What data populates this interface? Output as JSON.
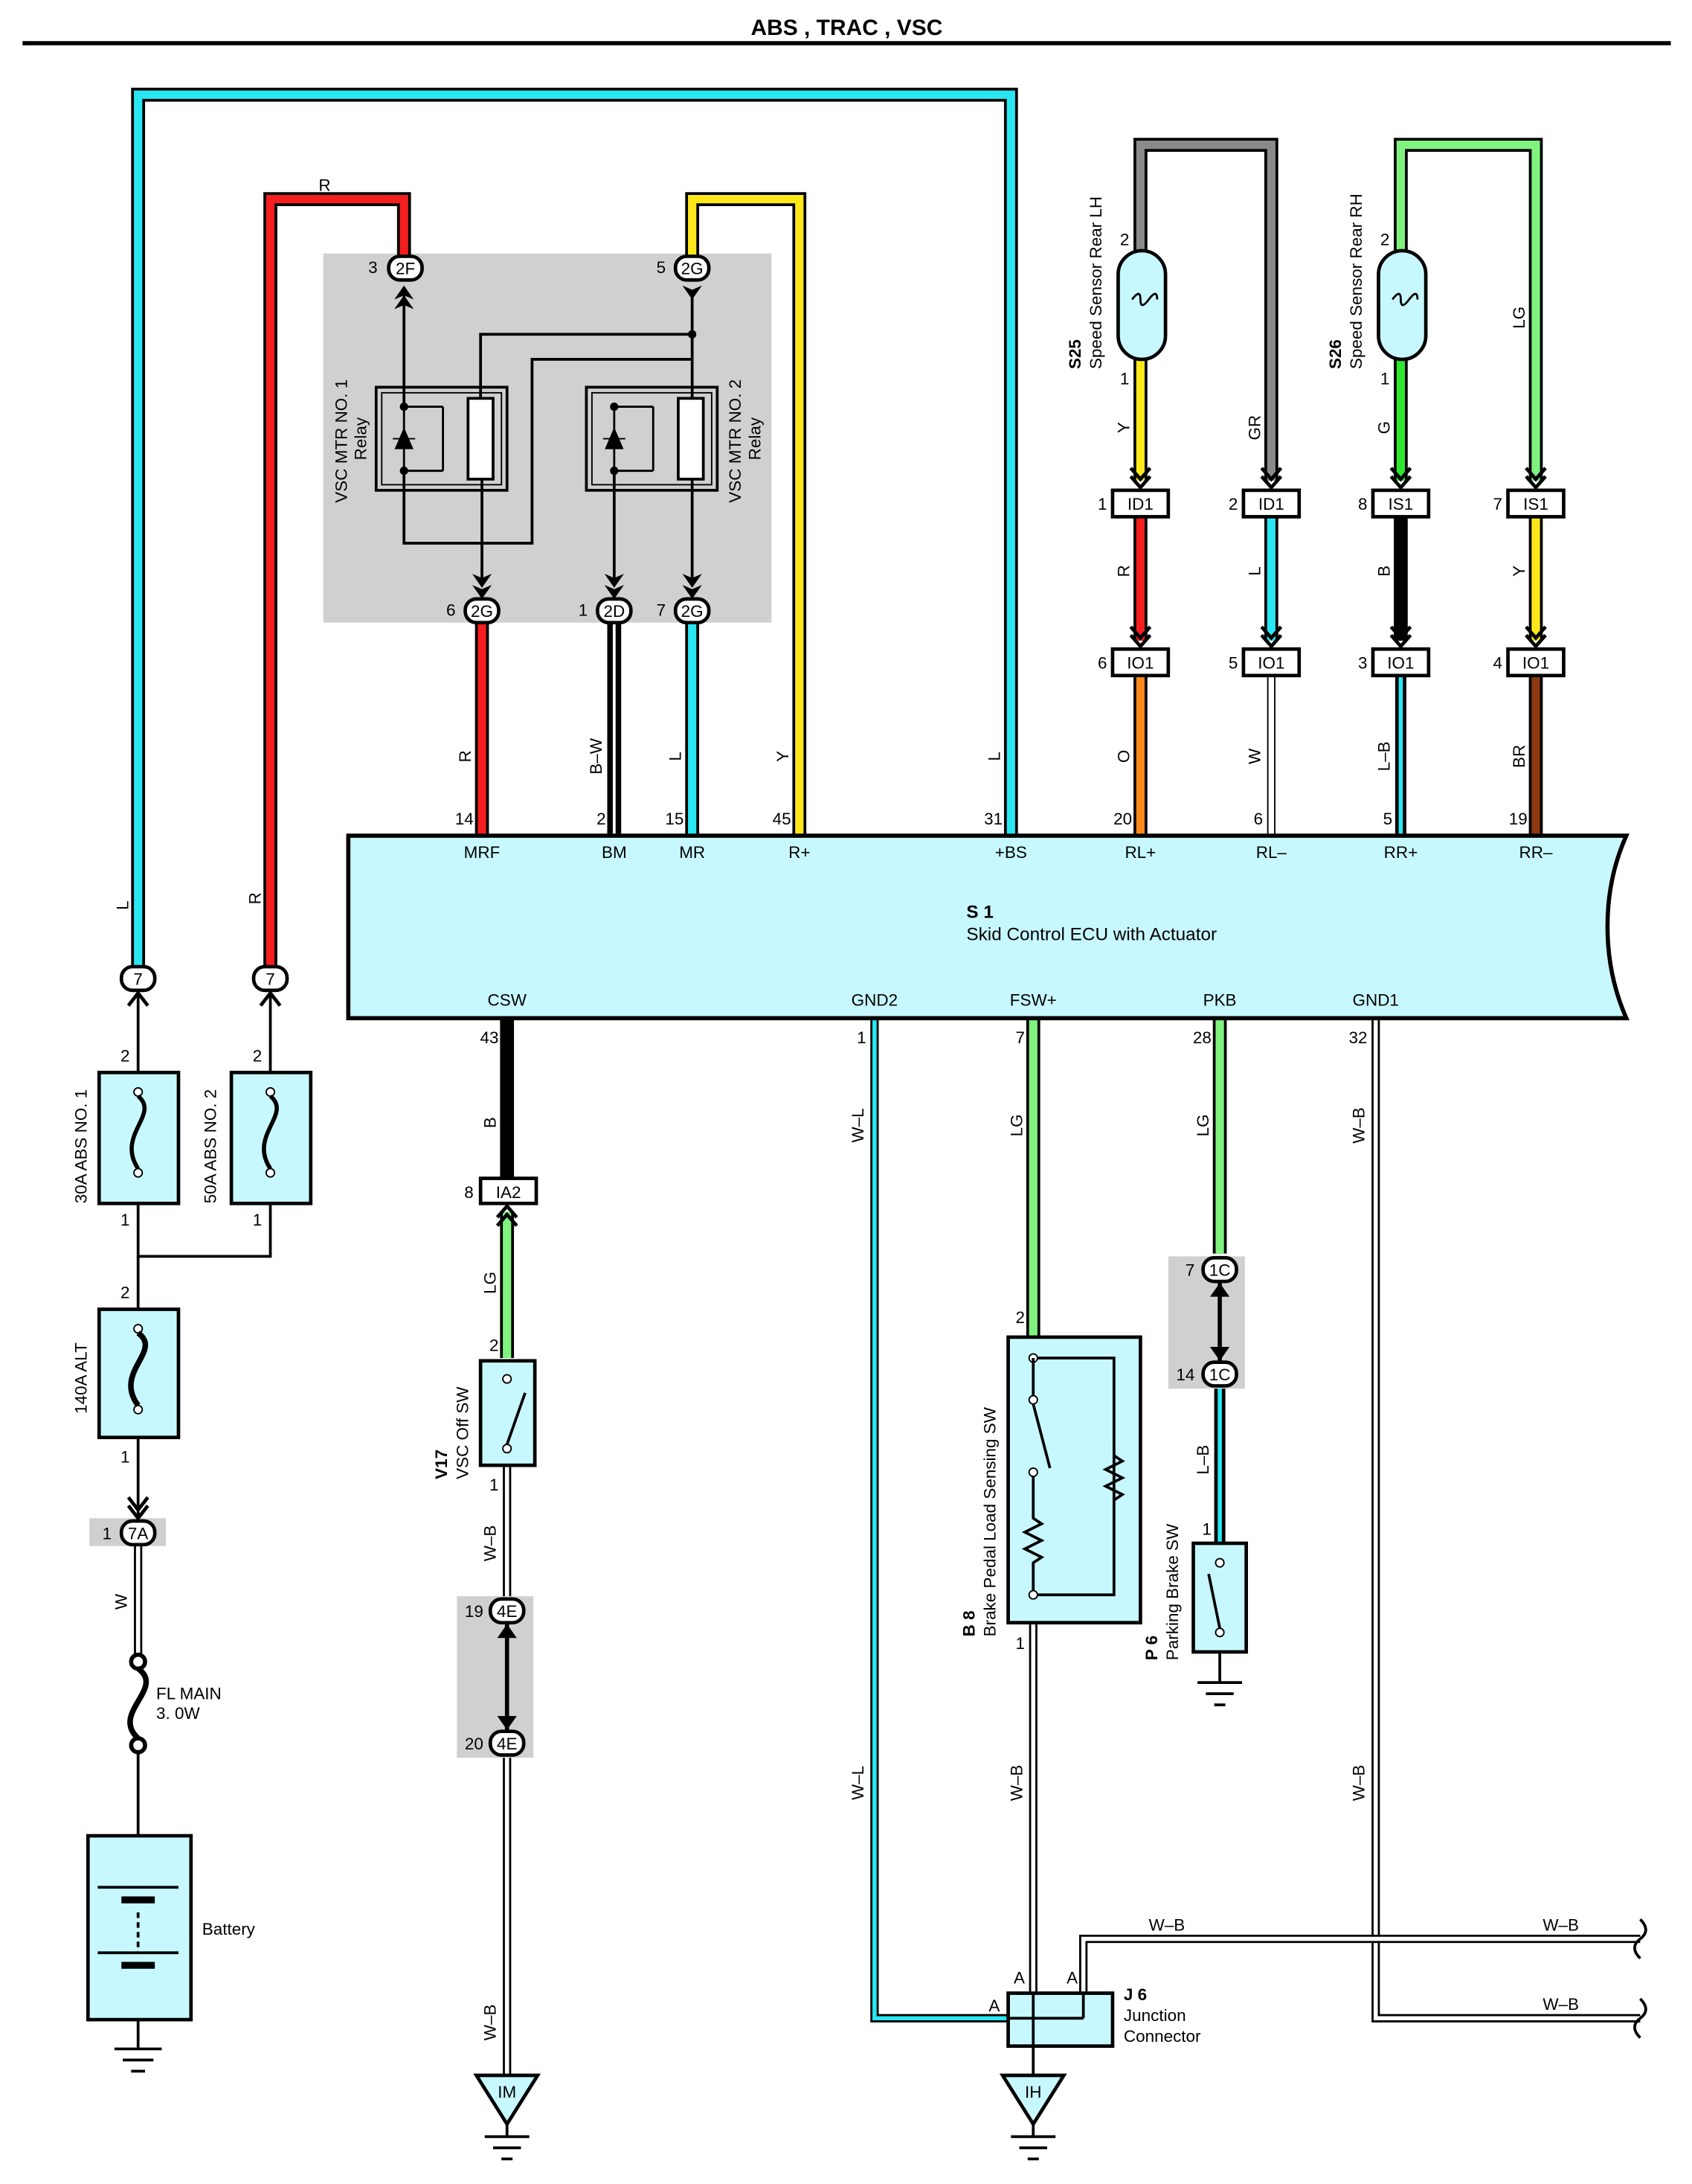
{
  "title": "ABS , TRAC , VSC",
  "ecu": {
    "code": "S 1",
    "name": "Skid Control ECU with Actuator",
    "top_pins": [
      {
        "num": "14",
        "sig": "MRF"
      },
      {
        "num": "2",
        "sig": "BM"
      },
      {
        "num": "15",
        "sig": "MR"
      },
      {
        "num": "45",
        "sig": "R+"
      },
      {
        "num": "31",
        "sig": "+BS"
      },
      {
        "num": "20",
        "sig": "RL+"
      },
      {
        "num": "6",
        "sig": "RL–"
      },
      {
        "num": "5",
        "sig": "RR+"
      },
      {
        "num": "19",
        "sig": "RR–"
      }
    ],
    "bottom_pins": [
      {
        "num": "43",
        "sig": "CSW"
      },
      {
        "num": "1",
        "sig": "GND2"
      },
      {
        "num": "7",
        "sig": "FSW+"
      },
      {
        "num": "28",
        "sig": "PKB"
      },
      {
        "num": "32",
        "sig": "GND1"
      }
    ]
  },
  "relays": {
    "relay1": [
      "VSC MTR NO. 1",
      "Relay"
    ],
    "relay2": [
      "VSC MTR NO. 2",
      "Relay"
    ]
  },
  "connectors": {
    "c_2f": {
      "pin": "3",
      "id": "2F"
    },
    "c_2g_top": {
      "pin": "5",
      "id": "2G"
    },
    "c_2g_6": {
      "pin": "6",
      "id": "2G"
    },
    "c_2d": {
      "pin": "1",
      "id": "2D"
    },
    "c_2g_7": {
      "pin": "7",
      "id": "2G"
    },
    "c_id1_a": {
      "pin": "1",
      "id": "ID1"
    },
    "c_id1_b": {
      "pin": "2",
      "id": "ID1"
    },
    "c_is1_a": {
      "pin": "8",
      "id": "IS1"
    },
    "c_is1_b": {
      "pin": "7",
      "id": "IS1"
    },
    "c_io1_a": {
      "pin": "6",
      "id": "IO1"
    },
    "c_io1_b": {
      "pin": "5",
      "id": "IO1"
    },
    "c_io1_c": {
      "pin": "3",
      "id": "IO1"
    },
    "c_io1_d": {
      "pin": "4",
      "id": "IO1"
    },
    "c_7_l": {
      "id": "7"
    },
    "c_7_r": {
      "id": "7"
    },
    "c_7a": {
      "pin": "1",
      "id": "7A"
    },
    "c_ia2": {
      "pin": "8",
      "id": "IA2"
    },
    "c_4e_19": {
      "pin": "19",
      "id": "4E"
    },
    "c_4e_20": {
      "pin": "20",
      "id": "4E"
    },
    "c_1c_7": {
      "pin": "7",
      "id": "1C"
    },
    "c_1c_14": {
      "pin": "14",
      "id": "1C"
    }
  },
  "wires": {
    "w_cyan_main": "L",
    "w_red_main": "R",
    "w_red_top": "R",
    "w_red_2g": "R",
    "w_bw_2d": "B–W",
    "w_l_2g": "L",
    "w_y_r": "Y",
    "w_l_bs": "L",
    "w_s25_y": "Y",
    "w_s25_gr": "GR",
    "w_s26_g": "G",
    "w_s26_lg": "LG",
    "w_r_mid": "R",
    "w_l_mid": "L",
    "w_b_mid": "B",
    "w_y_mid": "Y",
    "w_o": "O",
    "w_w": "W",
    "w_lb": "L–B",
    "w_br": "BR",
    "w_csw_b": "B",
    "w_csw_lg": "LG",
    "w_gnd2_wl": "W–L",
    "w_gnd2_wl2": "W–L",
    "w_fsw_lg": "LG",
    "w_pkb_lg": "LG",
    "w_gnd1_wb": "W–B",
    "w_gnd1_wb2": "W–B",
    "w_v17_wb": "W–B",
    "w_v17_wb2": "W–B",
    "w_pkb_lb": "L–B",
    "w_b8_wb": "W–B",
    "w_bat_w": "W",
    "w_right_wb1": "W–B",
    "w_right_wb2": "W–B"
  },
  "fuses": {
    "f30": "30A ABS NO. 1",
    "f50": "50A ABS NO. 2",
    "f140": "140A ALT",
    "fl_main": [
      "FL MAIN",
      "3. 0W"
    ]
  },
  "fuse_pins": {
    "f30_top": "2",
    "f30_bot": "1",
    "f50_top": "2",
    "f50_bot": "1",
    "f140_top": "2",
    "f140_bot": "1"
  },
  "components": {
    "s25": {
      "code": "S25",
      "name": "Speed Sensor Rear LH",
      "pin_top": "2",
      "pin_bot": "1"
    },
    "s26": {
      "code": "S26",
      "name": "Speed Sensor Rear RH",
      "pin_top": "2",
      "pin_bot": "1"
    },
    "v17": {
      "code": "V17",
      "name": "VSC Off SW",
      "pin_top": "2",
      "pin_bot": "1"
    },
    "b8": {
      "code": "B 8",
      "name": "Brake Pedal Load Sensing SW",
      "pin_top": "2",
      "pin_bot": "1"
    },
    "p6": {
      "code": "P 6",
      "name": "Parking Brake SW",
      "pin_top": "1"
    },
    "j6": {
      "code": "J 6",
      "name": [
        "Junction",
        "Connector"
      ],
      "pins": [
        "A",
        "A",
        "A"
      ]
    },
    "battery": "Battery"
  },
  "grounds": {
    "im": "IM",
    "ih": "IH"
  },
  "colors": {
    "cyan": "#29E6F2",
    "red": "#F51E1E",
    "yellow": "#FFE81A",
    "gray": "#8A8A8A",
    "lightgreen": "#80F280",
    "green": "#2EE62E",
    "orange": "#FF8A1A",
    "brown": "#8C3A12",
    "black": "#000000",
    "component_fill": "#C8F8FF",
    "relay_box": "#D0D0D0"
  }
}
